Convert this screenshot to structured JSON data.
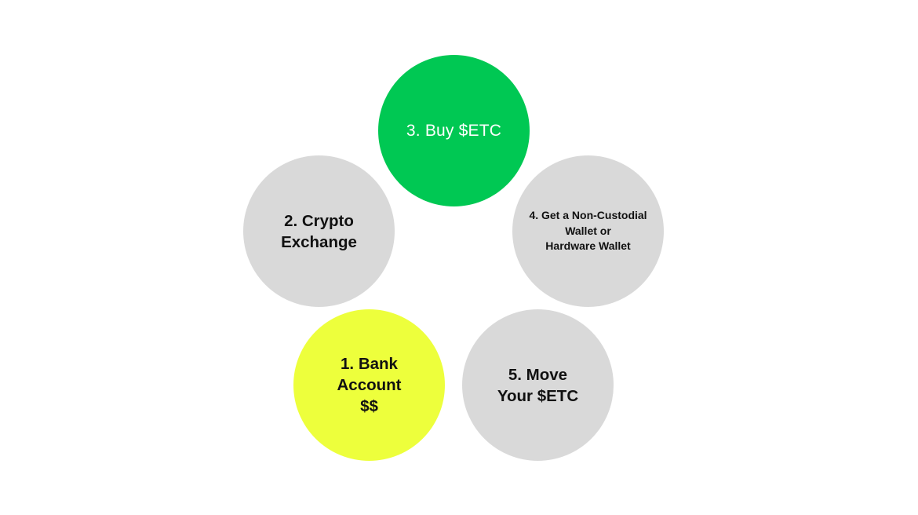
{
  "diagram": {
    "type": "cycle-of-steps",
    "colors": {
      "background": "#ffffff",
      "highlight_start": "#EDFF3C",
      "highlight_key": "#00C853",
      "neutral": "#D9D9D9",
      "text_dark": "#111111",
      "text_light": "#ffffff"
    },
    "steps": [
      {
        "number": 1,
        "label": "1. Bank\nAccount\n$$",
        "fill": "#EDFF3C",
        "text_color": "#111111"
      },
      {
        "number": 2,
        "label": "2. Crypto\nExchange",
        "fill": "#D9D9D9",
        "text_color": "#111111"
      },
      {
        "number": 3,
        "label": "3. Buy $ETC",
        "fill": "#00C853",
        "text_color": "#ffffff"
      },
      {
        "number": 4,
        "label": "4. Get a Non-Custodial\nWallet or\nHardware Wallet",
        "fill": "#D9D9D9",
        "text_color": "#111111"
      },
      {
        "number": 5,
        "label": "5. Move\nYour $ETC",
        "fill": "#D9D9D9",
        "text_color": "#111111"
      }
    ]
  }
}
